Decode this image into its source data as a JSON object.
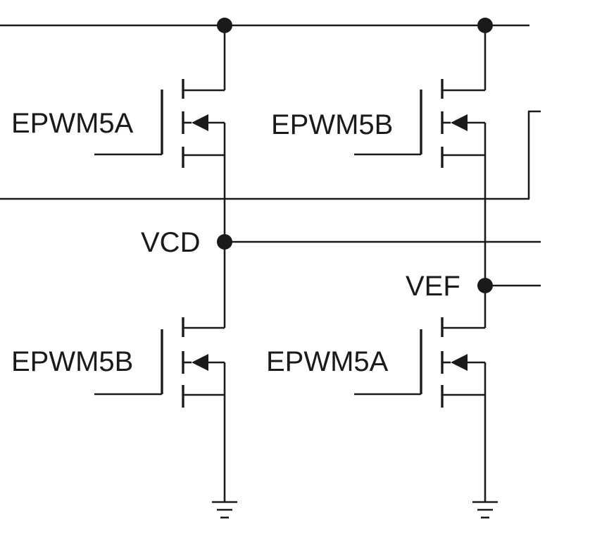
{
  "labels": {
    "q1_gate": "EPWM5A",
    "q2_gate": "EPWM5B",
    "q3_gate": "EPWM5B",
    "q4_gate": "EPWM5A",
    "node_vcd": "VCD",
    "node_vef": "VEF"
  },
  "colors": {
    "ink": "#1a1a1a",
    "background": "#ffffff"
  }
}
